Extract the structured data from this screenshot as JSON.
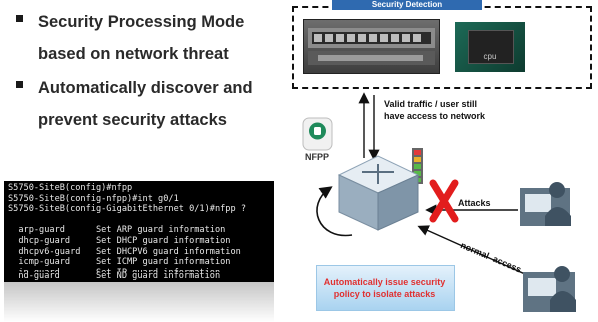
{
  "bullets": [
    {
      "line1": "Security Processing Mode",
      "line2": "based on network threat"
    },
    {
      "line1": "Automatically discover and",
      "line2": "prevent security attacks"
    }
  ],
  "detection": {
    "title": "Security Detection",
    "cpu_label": "cpu"
  },
  "valid_traffic": {
    "line1": "Valid traffic / user still",
    "line2": "have access to network"
  },
  "nfpp_label": "NFPP",
  "attacks_label": "Attacks",
  "normal_access_label": "normal  access",
  "policy": {
    "line1": "Automatically issue security",
    "line2": "policy to isolate attacks"
  },
  "terminal_lines": [
    "S5750-SiteB(config)#nfpp",
    "S5750-SiteB(config-nfpp)#int g0/1",
    "S5750-SiteB(config-GigabitEthernet 0/1)#nfpp ?",
    "",
    "  arp-guard      Set ARP guard information",
    "  dhcp-guard     Set DHCP guard information",
    "  dhcpv6-guard   Set DHCPV6 guard information",
    "  icmp-guard     Set ICMP guard information",
    "  ip-guard       Set IP guard information",
    "  nd-guard       Set ND guard information"
  ],
  "colors": {
    "accent_blue": "#2f6ab0",
    "attack_red": "#e21d1d",
    "policy_red": "#e03030",
    "nfpp_green": "#1f8a5b"
  }
}
